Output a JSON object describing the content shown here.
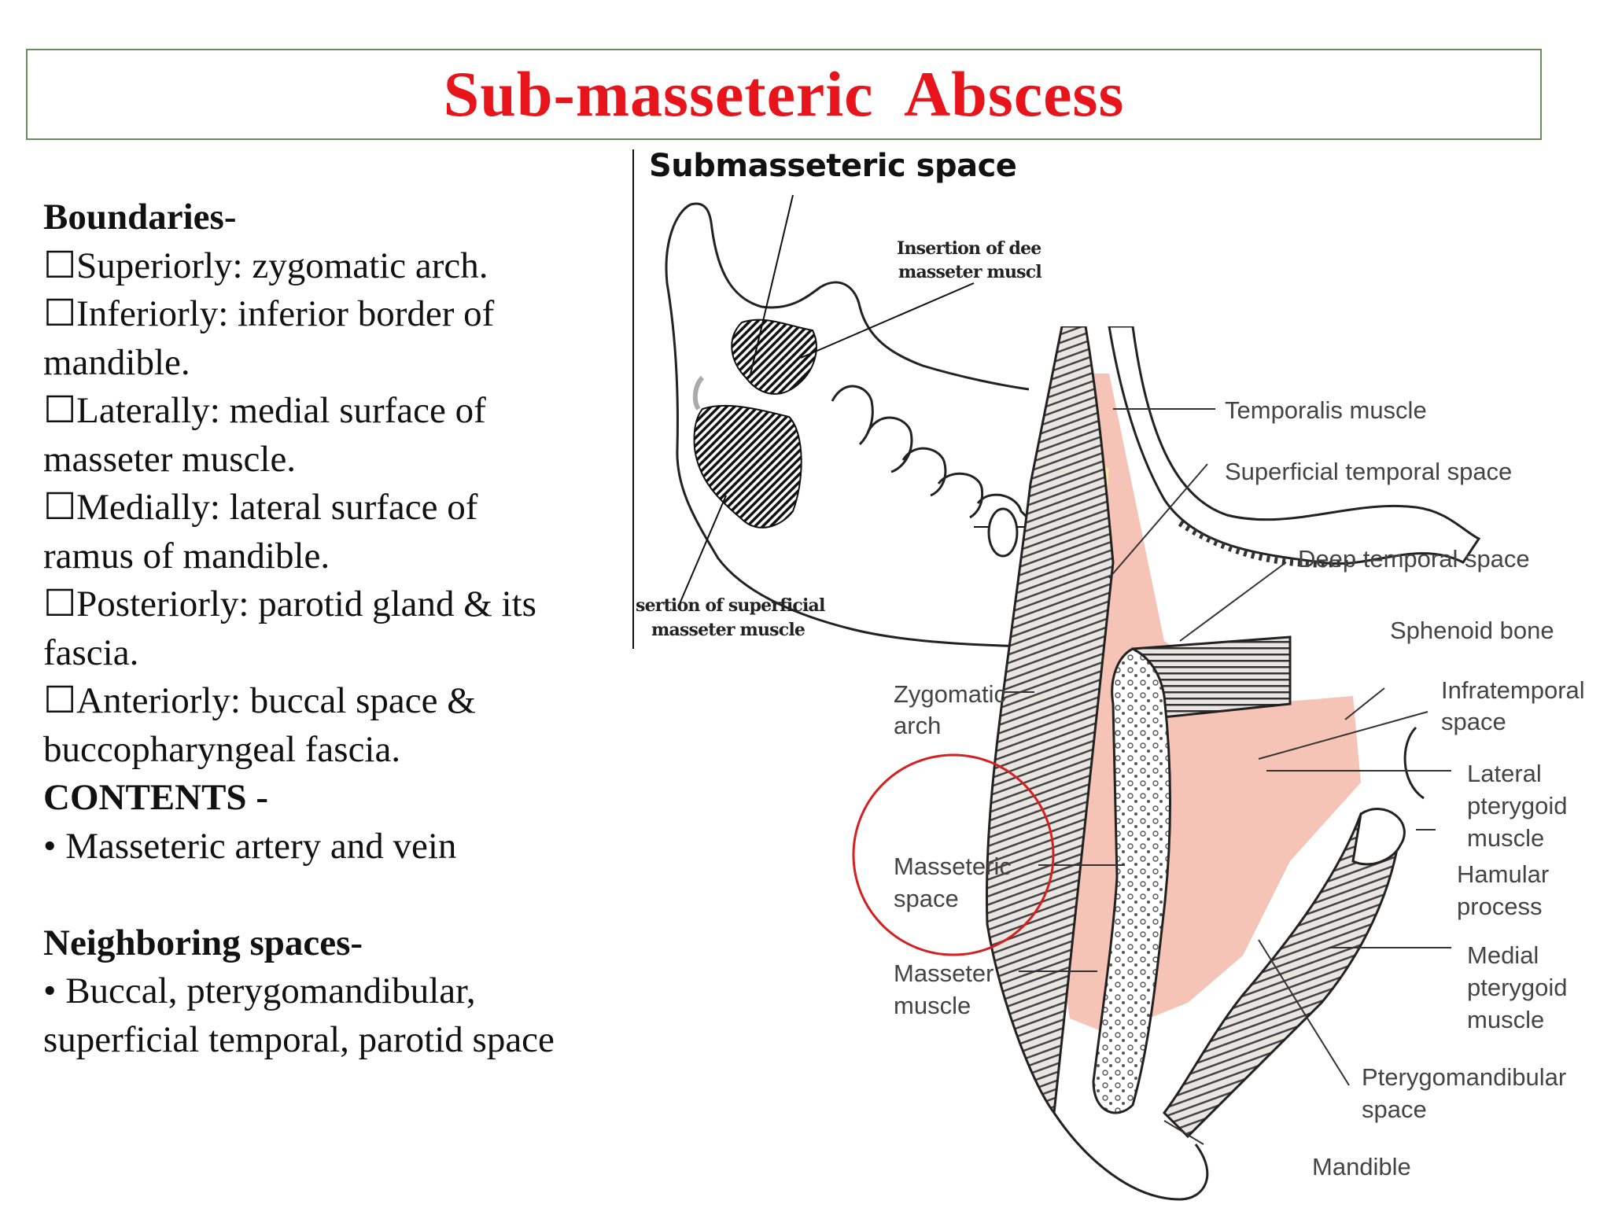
{
  "title": "Sub-masseteric  Abscess",
  "left": {
    "boundaries_heading": "Boundaries-",
    "boundaries": [
      {
        "line1": "☐Superiorly: zygomatic arch.",
        "line2": ""
      },
      {
        "line1": "☐Inferiorly: inferior border of",
        "line2": "mandible."
      },
      {
        "line1": "☐Laterally: medial surface of",
        "line2": "masseter muscle."
      },
      {
        "line1": "☐Medially: lateral surface of",
        "line2": "ramus of mandible."
      },
      {
        "line1": "☐Posteriorly: parotid gland & its",
        "line2": "fascia."
      },
      {
        "line1": "☐Anteriorly: buccal space &",
        "line2": "buccopharyngeal fascia."
      }
    ],
    "contents_heading": "CONTENTS -",
    "contents_item": "• Masseteric artery and vein",
    "neighboring_heading": "Neighboring spaces-",
    "neighboring_line1": "• Buccal, pterygomandibular,",
    "neighboring_line2": "superficial temporal, parotid space"
  },
  "figure_top": {
    "title": "Submasseteric space",
    "label_deep_line1": "Insertion of dee",
    "label_deep_line2": "masseter muscl",
    "label_superficial_line1": "sertion of superficial",
    "label_superficial_line2": "masseter muscle"
  },
  "figure_bottom": {
    "labels": {
      "temporalis": "Temporalis muscle",
      "superficial_temporal": "Superficial temporal space",
      "deep_temporal": "Deep temporal space",
      "sphenoid": "Sphenoid bone",
      "infratemporal_1": "Infratemporal",
      "infratemporal_2": "space",
      "zygomatic_1": "Zygomatic",
      "zygomatic_2": "arch",
      "lateral_pterygoid_1": "Lateral",
      "lateral_pterygoid_2": "pterygoid",
      "lateral_pterygoid_3": "muscle",
      "hamular_1": "Hamular",
      "hamular_2": "process",
      "masseteric_space_1": "Masseteric",
      "masseteric_space_2": "space",
      "masseter_1": "Masseter",
      "masseter_2": "muscle",
      "medial_pterygoid_1": "Medial",
      "medial_pterygoid_2": "pterygoid",
      "medial_pterygoid_3": "muscle",
      "pterygomandibular_1": "Pterygomandibular",
      "pterygomandibular_2": "space",
      "mandible": "Mandible"
    },
    "highlight_color": "#d42020",
    "space_fill_color": "#f6c4b6"
  }
}
